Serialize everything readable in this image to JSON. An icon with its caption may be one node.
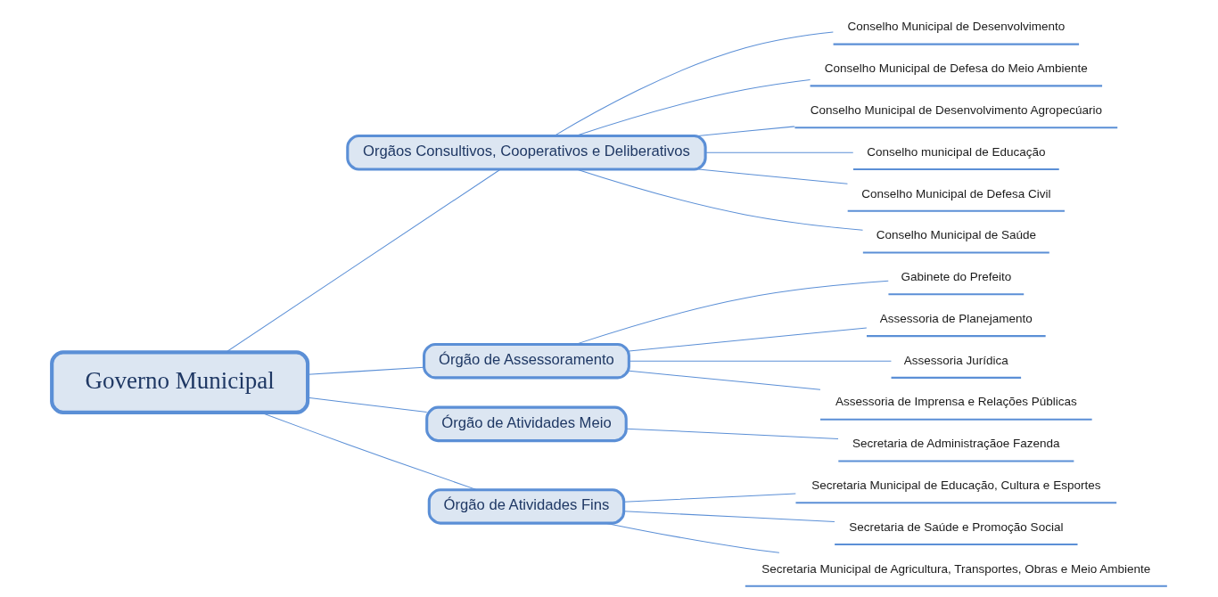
{
  "diagram": {
    "nodes": [
      {
        "text": [
          "Governo Municipal"
        ]
      },
      {
        "text": [
          "Orgãos Consultivos, Cooperativos e Deliberativos"
        ]
      },
      {
        "text": [
          "Conselho Municipal de Desenvolvimento"
        ]
      },
      {
        "text": [
          "Conselho Municipal de Defesa do Meio Ambiente"
        ]
      },
      {
        "text": [
          "Conselho Municipal de Desenvolvimento Agropecúario"
        ]
      },
      {
        "text": [
          "Conselho municipal de Educação"
        ]
      },
      {
        "text": [
          "Conselho Municipal de Defesa Civil"
        ]
      },
      {
        "text": [
          "Conselho Municipal de Saúde"
        ]
      },
      {
        "text": [
          "Órgão de Assessoramento"
        ]
      },
      {
        "text": [
          "Gabinete do Prefeito"
        ]
      },
      {
        "text": [
          "Assessoria de Planejamento"
        ]
      },
      {
        "text": [
          "Assessoria Jurídica"
        ]
      },
      {
        "text": [
          "Assessoria de Imprensa e Relações Públicas"
        ]
      },
      {
        "text": [
          "Órgão de Atividades Meio"
        ]
      },
      {
        "text": [
          "Secretaria de Administraçãoe Fazenda"
        ]
      },
      {
        "text": [
          "Órgão de Atividades Fins"
        ]
      },
      {
        "text": [
          "Secretaria Municipal de Educação, Cultura e Esportes"
        ]
      },
      {
        "text": [
          "Secretaria de Saúde e Promoção Social"
        ]
      },
      {
        "text": [
          "Secretaria Municipal de Agricultura, Transportes, Obras e Meio Ambiente"
        ]
      }
    ],
    "edges": [
      {
        "from": 0,
        "to": 1,
        "arrow": "none"
      },
      {
        "from": 1,
        "to": 2,
        "arrow": "none"
      },
      {
        "from": 1,
        "to": 3,
        "arrow": "none"
      },
      {
        "from": 1,
        "to": 4,
        "arrow": "none"
      },
      {
        "from": 1,
        "to": 5,
        "arrow": "none"
      },
      {
        "from": 1,
        "to": 6,
        "arrow": "none"
      },
      {
        "from": 1,
        "to": 7,
        "arrow": "none"
      },
      {
        "from": 0,
        "to": 8,
        "arrow": "none"
      },
      {
        "from": 8,
        "to": 9,
        "arrow": "none"
      },
      {
        "from": 8,
        "to": 10,
        "arrow": "none"
      },
      {
        "from": 8,
        "to": 11,
        "arrow": "none"
      },
      {
        "from": 8,
        "to": 12,
        "arrow": "none"
      },
      {
        "from": 0,
        "to": 13,
        "arrow": "none"
      },
      {
        "from": 13,
        "to": 14,
        "arrow": "none"
      },
      {
        "from": 0,
        "to": 15,
        "arrow": "none"
      },
      {
        "from": 15,
        "to": 16,
        "arrow": "none"
      },
      {
        "from": 15,
        "to": 17,
        "arrow": "none"
      },
      {
        "from": 15,
        "to": 18,
        "arrow": "none"
      }
    ]
  }
}
